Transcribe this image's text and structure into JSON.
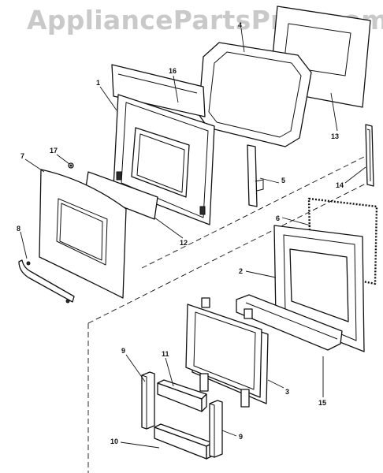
{
  "watermark": "AppliancePartsPros.com",
  "callouts": {
    "c1": "1",
    "c2": "2",
    "c3": "3",
    "c4": "4",
    "c5": "5",
    "c6": "6",
    "c7": "7",
    "c8": "8",
    "c9a": "9",
    "c9b": "9",
    "c10": "10",
    "c11": "11",
    "c12": "12",
    "c13": "13",
    "c14": "14",
    "c15": "15",
    "c16": "16",
    "c17": "17"
  }
}
